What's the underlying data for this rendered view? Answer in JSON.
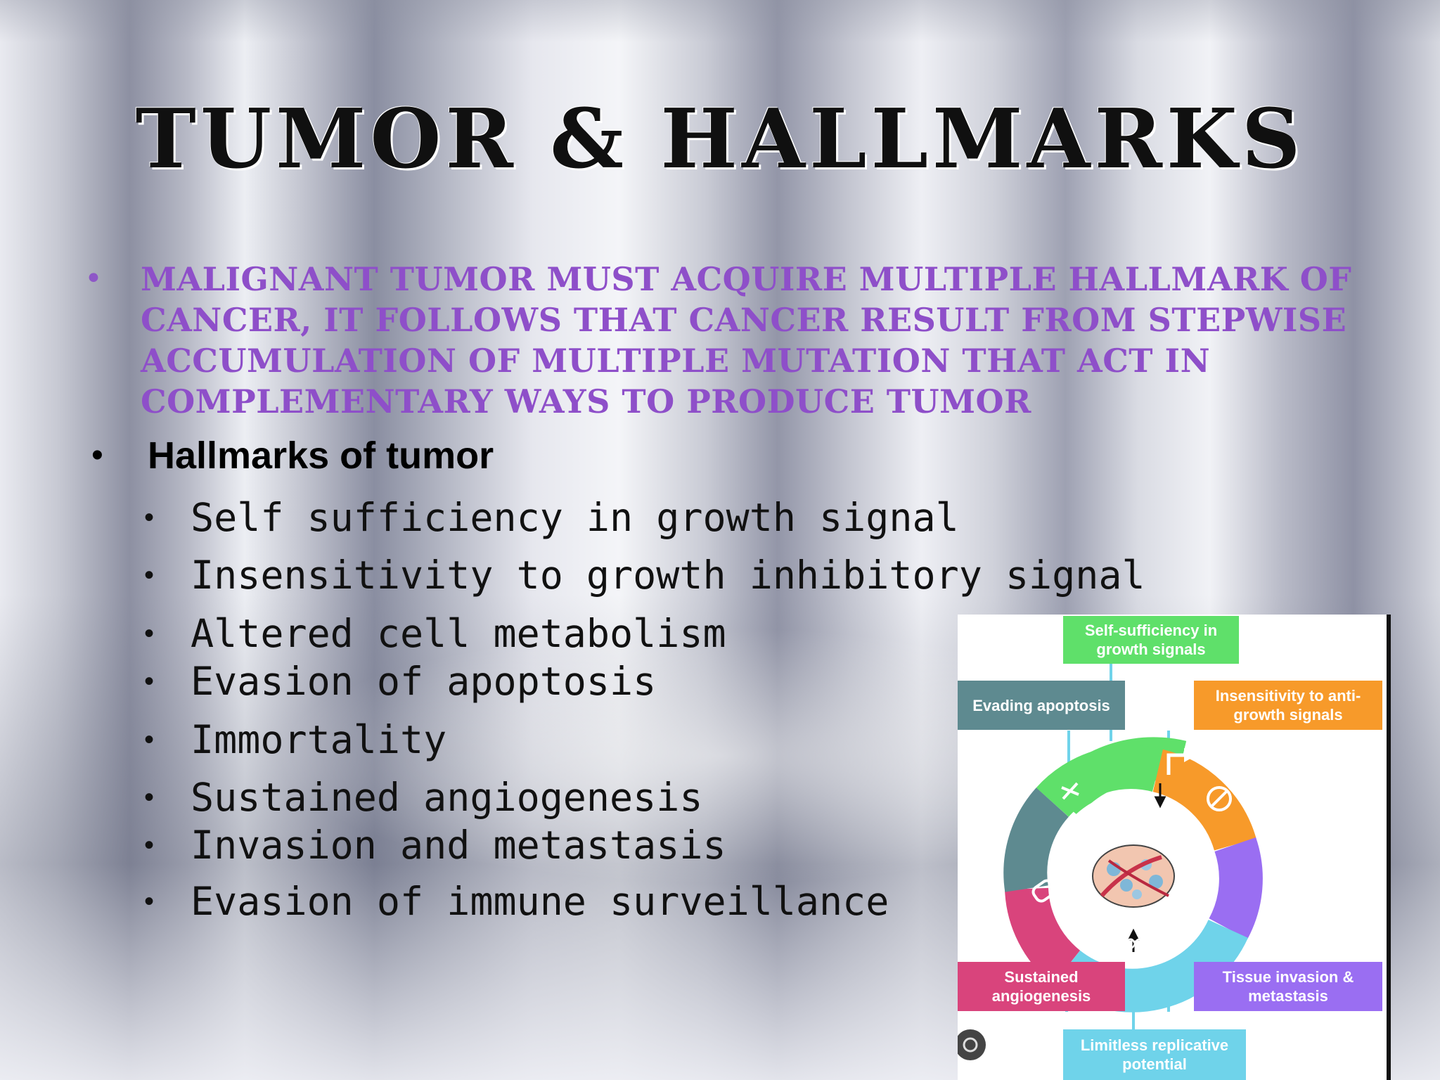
{
  "slide": {
    "title": "TUMOR & HALLMARKS",
    "paragraph": "MALIGNANT TUMOR MUST ACQUIRE MULTIPLE HALLMARK OF CANCER, IT FOLLOWS THAT CANCER RESULT FROM STEPWISE  ACCUMULATION OF MULTIPLE MUTATION THAT ACT IN  COMPLEMENTARY WAYS TO PRODUCE TUMOR",
    "heading": "Hallmarks of tumor",
    "bullet_char": "•",
    "items": [
      "Self sufficiency in growth signal",
      "Insensitivity to growth inhibitory signal",
      "Altered cell metabolism",
      "Evasion of apoptosis",
      "Immortality",
      "Sustained angiogenesis",
      "Invasion and metastasis",
      "Evasion of immune surveillance"
    ]
  },
  "diagram": {
    "labels": {
      "top": "Self-sufficiency in growth signals",
      "top_left": "Evading apoptosis",
      "top_right": "Insensitivity to anti-growth signals",
      "bottom_left": "Sustained angiogenesis",
      "bottom_right": "Tissue invasion & metastasis",
      "bottom": "Limitless replicative potential"
    },
    "colors": {
      "green": "#5fe06a",
      "orange": "#f79a2a",
      "purple": "#9a6ef2",
      "cyan": "#6fd3ea",
      "pink": "#d9447c",
      "slate": "#5e8a90"
    }
  }
}
